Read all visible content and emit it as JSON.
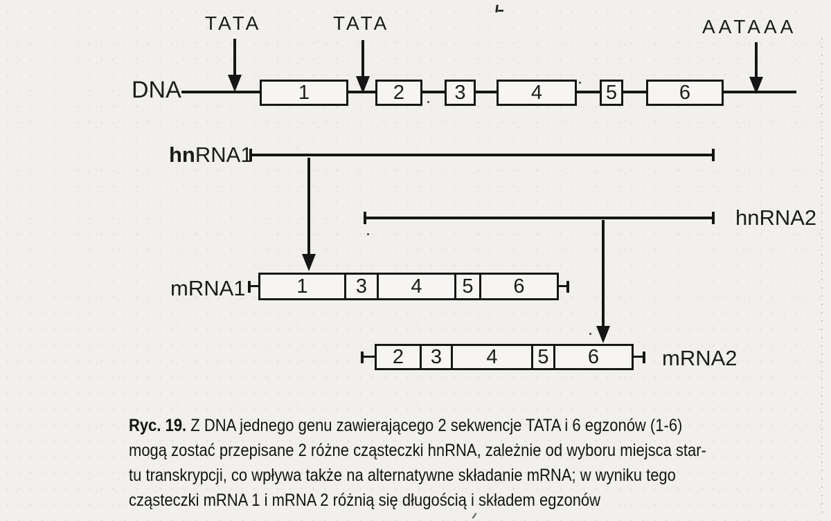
{
  "figure": {
    "dna_label": "DNA",
    "tata_labels": [
      "TATA",
      "TATA"
    ],
    "polya_label": "AATAAA",
    "dna_exons": [
      "1",
      "2",
      "3",
      "4",
      "5",
      "6"
    ],
    "hnrna1_label_bold": "hn",
    "hnrna1_label_rest": "RNA1",
    "hnrna2_label": "hnRNA2",
    "mrna1_label": "mRNA1",
    "mrna1_exons": [
      "1",
      "3",
      "4",
      "5",
      "6"
    ],
    "mrna2_label": "mRNA2",
    "mrna2_exons": [
      "2",
      "3",
      "4",
      "5",
      "6"
    ]
  },
  "caption": {
    "prefix": "Ryc. 19.",
    "line1_rest": " Z DNA jednego genu zawierającego 2 sekwencje TATA i 6 egzonów (1-6)",
    "line2": "mogą zostać przepisane 2 różne cząsteczki hnRNA, zależnie od wyboru miejsca star-",
    "line3": "tu transkrypcji, co wpływa także na alternatywne składanie mRNA; w wyniku tego",
    "line4": "cząsteczki mRNA 1 i mRNA 2 różnią się długością i składem egzonów"
  }
}
